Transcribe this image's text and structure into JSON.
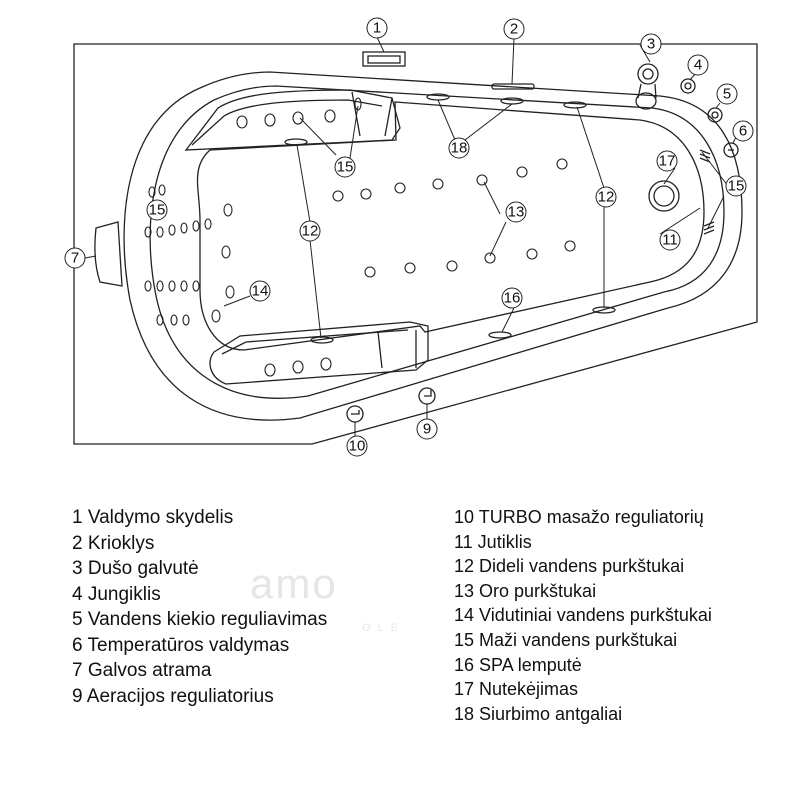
{
  "callouts": {
    "c1": "1",
    "c2": "2",
    "c3": "3",
    "c4": "4",
    "c5": "5",
    "c6": "6",
    "c7": "7",
    "c9": "9",
    "c10": "10",
    "c11": "11",
    "c12a": "12",
    "c12b": "12",
    "c13": "13",
    "c14": "14",
    "c15a": "15",
    "c15b": "15",
    "c15c": "15",
    "c16": "16",
    "c17": "17",
    "c18": "18"
  },
  "legend_left": [
    "1 Valdymo skydelis",
    "2 Krioklys",
    "3 Dušo galvutė",
    "4 Jungiklis",
    "5 Vandens kiekio reguliavimas",
    "6 Temperatūros valdymas",
    "7 Galvos atrama",
    "9 Aeracijos reguliatorius"
  ],
  "legend_right": [
    "10 TURBO masažo reguliatorių",
    "11 Jutiklis",
    "12 Dideli vandens purkštukai",
    "13 Oro purkštukai",
    "14 Vidutiniai vandens purkštukai",
    "15 Maži vandens purkštukai",
    "16 SPA lemputė",
    "17 Nutekėjimas",
    "18 Siurbimo antgaliai"
  ],
  "watermark": {
    "main": "amo",
    "sub": "OLE"
  }
}
